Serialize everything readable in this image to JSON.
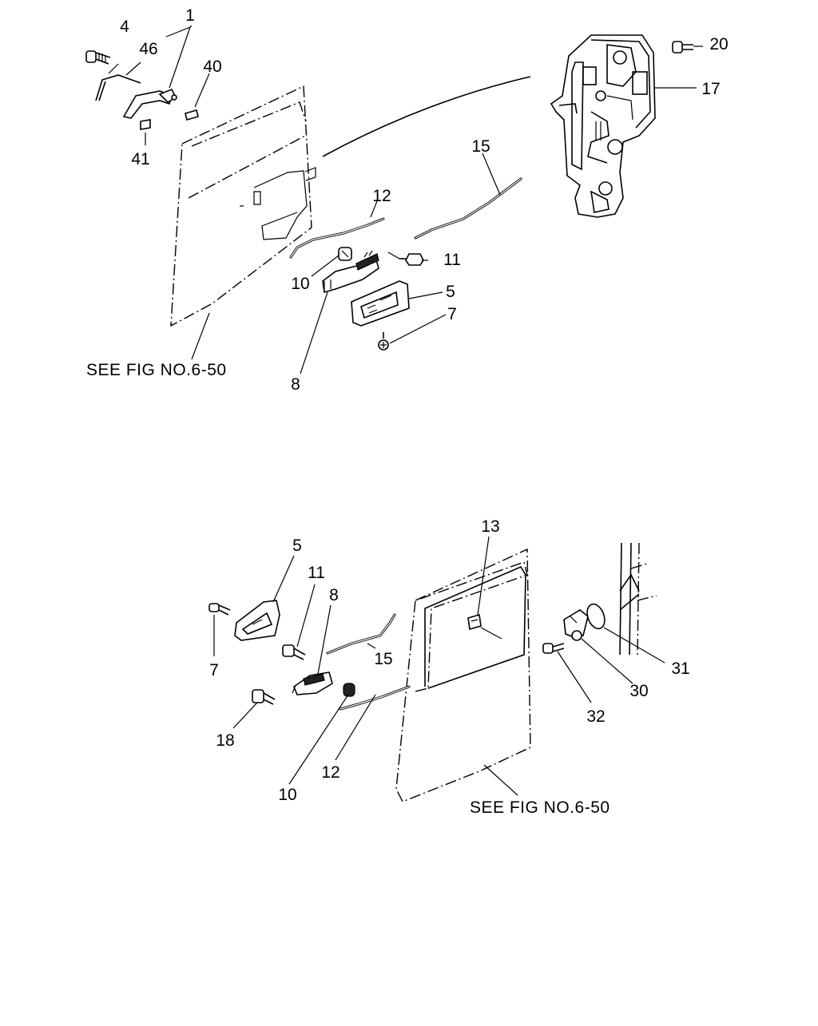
{
  "upper_diagram": {
    "reference_note": "SEE FIG NO.6-50",
    "callouts": {
      "c1": "1",
      "c4": "4",
      "c46": "46",
      "c40": "40",
      "c41": "41",
      "c12": "12",
      "c15": "15",
      "c10": "10",
      "c11": "11",
      "c5": "5",
      "c7": "7",
      "c8": "8",
      "c17": "17",
      "c20": "20"
    }
  },
  "lower_diagram": {
    "reference_note": "SEE FIG NO.6-50",
    "callouts": {
      "c5": "5",
      "c11": "11",
      "c8": "8",
      "c7": "7",
      "c15": "15",
      "c18": "18",
      "c10": "10",
      "c12": "12",
      "c13": "13",
      "c30": "30",
      "c31": "31",
      "c32": "32"
    }
  }
}
